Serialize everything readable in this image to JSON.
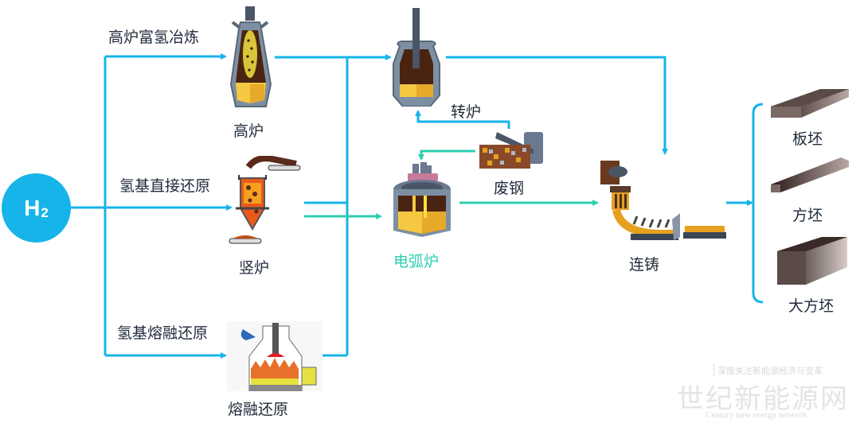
{
  "source": {
    "symbol": "H",
    "subscript": "2"
  },
  "routes": {
    "blast_furnace_hydrogen": "高炉富氢冶炼",
    "hydrogen_direct_reduction": "氢基直接还原",
    "hydrogen_smelting_reduction": "氢基熔融还原"
  },
  "equipment": {
    "blast_furnace": "高炉",
    "shaft_furnace": "竖炉",
    "smelting_reduction": "熔融还原",
    "converter": "转炉",
    "scrap_steel": "废钢",
    "electric_arc_furnace": "电弧炉",
    "continuous_casting": "连铸"
  },
  "products": [
    {
      "label": "板坯"
    },
    {
      "label": "方坯"
    },
    {
      "label": "大方坯"
    }
  ],
  "colors": {
    "blue_flow": "#17b4ea",
    "green_flow": "#2ccfb0",
    "eaf_label": "#2ccfb0"
  },
  "watermark": {
    "tagline": "深度关注新能源经济与变革",
    "title": "世纪新能源网",
    "subtitle": "Century new energy network"
  }
}
